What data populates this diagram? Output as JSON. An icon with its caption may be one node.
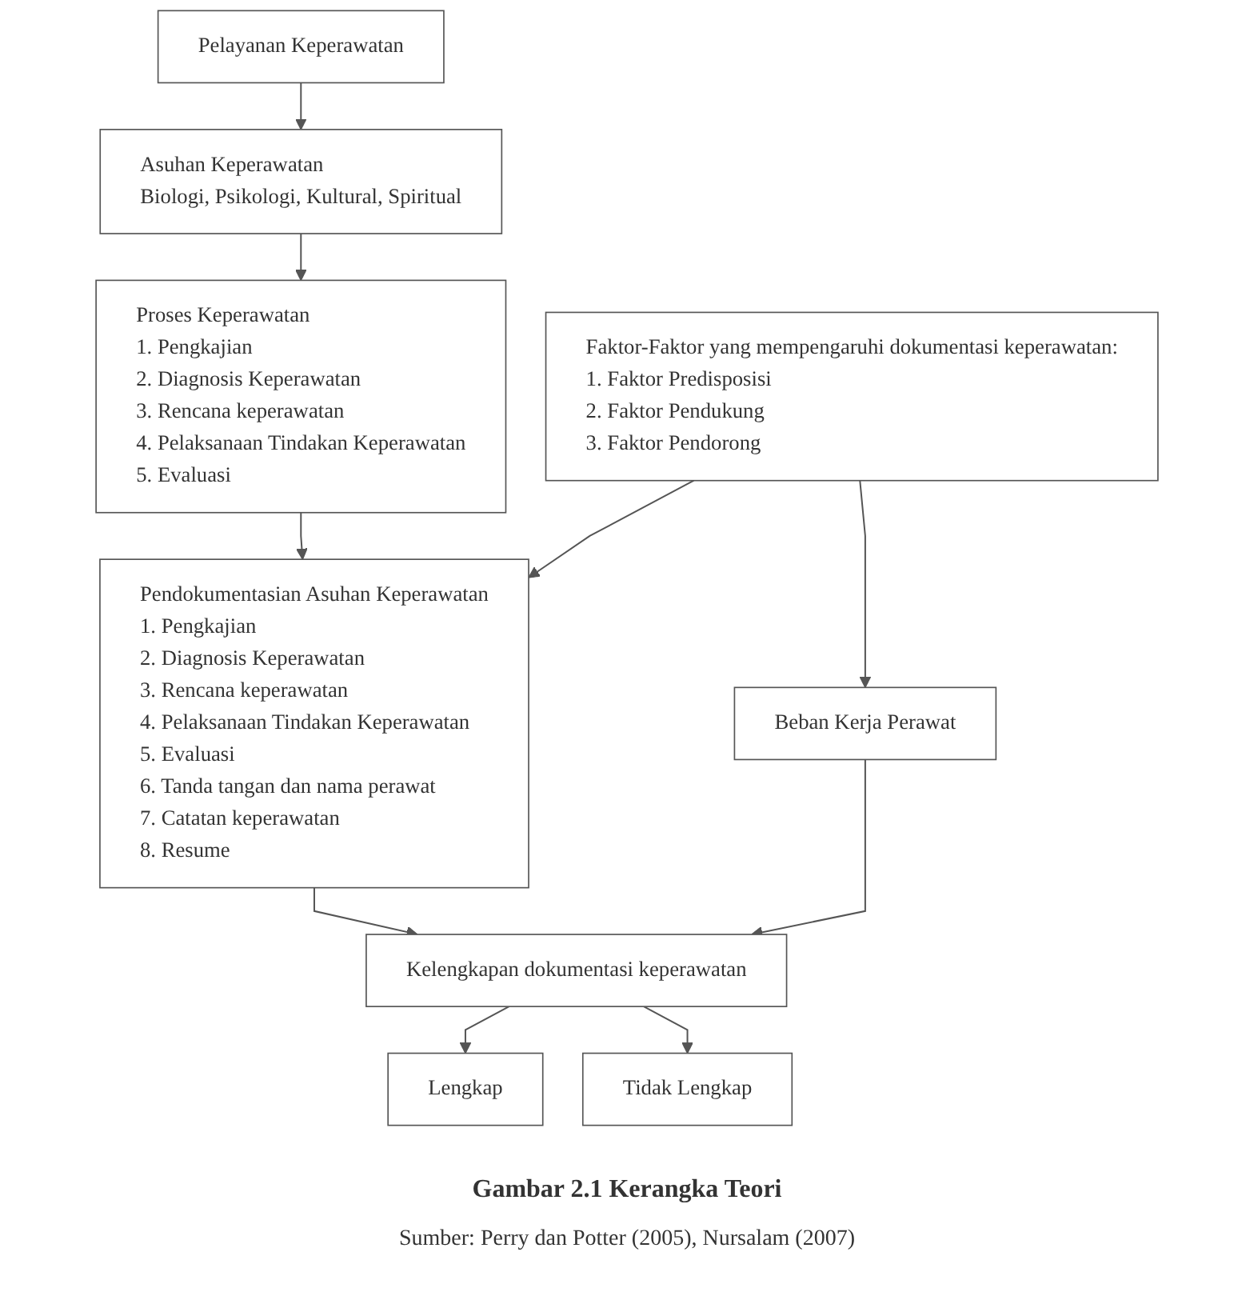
{
  "diagram": {
    "caption": "Gambar 2.1 Kerangka Teori",
    "nodes": [
      {
        "text": [
          "Pelayanan Keperawatan"
        ]
      },
      {
        "text": [
          "Asuhan Keperawatan",
          "Biologi, Psikologi, Kultural, Spiritual"
        ]
      },
      {
        "text": [
          "Proses Keperawatan",
          "1. Pengkajian",
          "2. Diagnosis Keperawatan",
          "3. Rencana keperawatan",
          "4. Pelaksanaan Tindakan Keperawatan",
          "5. Evaluasi"
        ]
      },
      {
        "text": [
          "Pendokumentasian Asuhan Keperawatan",
          "1. Pengkajian",
          "2. Diagnosis Keperawatan",
          "3. Rencana keperawatan",
          "4. Pelaksanaan Tindakan Keperawatan",
          "5. Evaluasi",
          "6. Tanda tangan dan nama perawat",
          "7. Catatan keperawatan",
          "8. Resume"
        ]
      },
      {
        "text": [
          "Faktor-Faktor yang mempengaruhi dokumentasi keperawatan:",
          "1. Faktor Predisposisi",
          "2. Faktor Pendukung",
          "3. Faktor Pendorong"
        ]
      },
      {
        "text": [
          "Beban Kerja Perawat"
        ]
      },
      {
        "text": [
          "Kelengkapan dokumentasi keperawatan"
        ]
      },
      {
        "text": [
          "Lengkap"
        ]
      },
      {
        "text": [
          "Tidak Lengkap"
        ]
      }
    ],
    "edges": [
      {
        "from": 0,
        "to": 1,
        "arrow": "to"
      },
      {
        "from": 1,
        "to": 2,
        "arrow": "to"
      },
      {
        "from": 2,
        "to": 3,
        "arrow": "to"
      },
      {
        "from": 4,
        "to": 3,
        "arrow": "to"
      },
      {
        "from": 4,
        "to": 5,
        "arrow": "to"
      },
      {
        "from": 5,
        "to": 6,
        "arrow": "to"
      },
      {
        "from": 3,
        "to": 6,
        "arrow": "to"
      },
      {
        "from": 6,
        "to": 7,
        "arrow": "to"
      },
      {
        "from": 6,
        "to": 8,
        "arrow": "to"
      }
    ],
    "labels": [
      "Sumber: Perry dan Potter (2005), Nursalam (2007)"
    ]
  }
}
